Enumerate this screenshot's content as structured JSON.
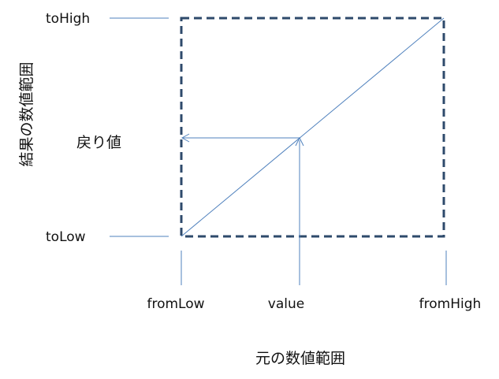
{
  "diagram": {
    "y_axis_title": "結果の数値範囲",
    "x_axis_title": "元の数値範囲",
    "labels": {
      "to_high": "toHigh",
      "to_low": "toLow",
      "return_value": "戻り値",
      "from_low": "fromLow",
      "value": "value",
      "from_high": "fromHigh"
    },
    "colors": {
      "box_dash": "#2e4a6b",
      "guide_line": "#4f81bd",
      "text": "#111111"
    }
  }
}
